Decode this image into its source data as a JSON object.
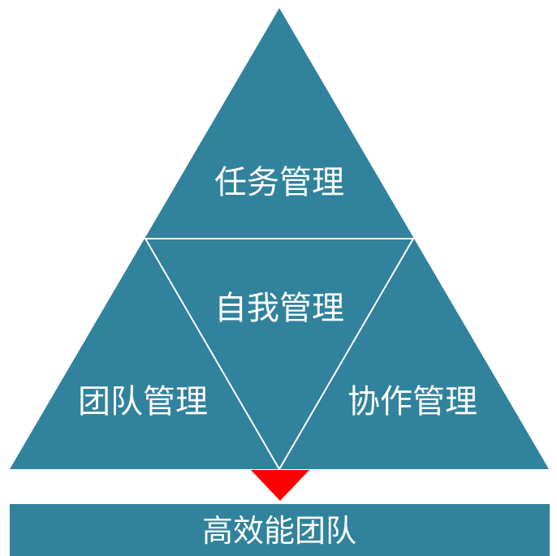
{
  "diagram": {
    "top_label": "任务管理",
    "center_label": "自我管理",
    "left_label": "团队管理",
    "right_label": "协作管理",
    "result_label": "高效能团队"
  },
  "colors": {
    "teal": "#31829C",
    "divider": "#ffffff",
    "arrow": "#FF0000",
    "text": "#ffffff"
  }
}
